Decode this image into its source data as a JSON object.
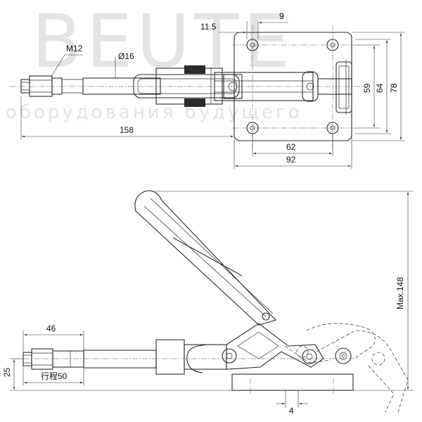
{
  "watermark": {
    "brand": "BEUTE",
    "tagline": "оборудования будущего"
  },
  "top_view": {
    "dimensions": {
      "thread": "M12",
      "shaft_diameter": "Ø16",
      "total_length": "158",
      "hole_offset": "11.5",
      "hole_size": "9",
      "hole_spacing_x": "62",
      "base_width": "92",
      "hole_spacing_y": "59",
      "base_inner_height": "64",
      "base_height": "78"
    }
  },
  "side_view": {
    "dimensions": {
      "thread_length": "46",
      "stroke": "行程50",
      "spindle_height": "25",
      "max_height": "Max.148",
      "base_thickness": "4"
    }
  }
}
